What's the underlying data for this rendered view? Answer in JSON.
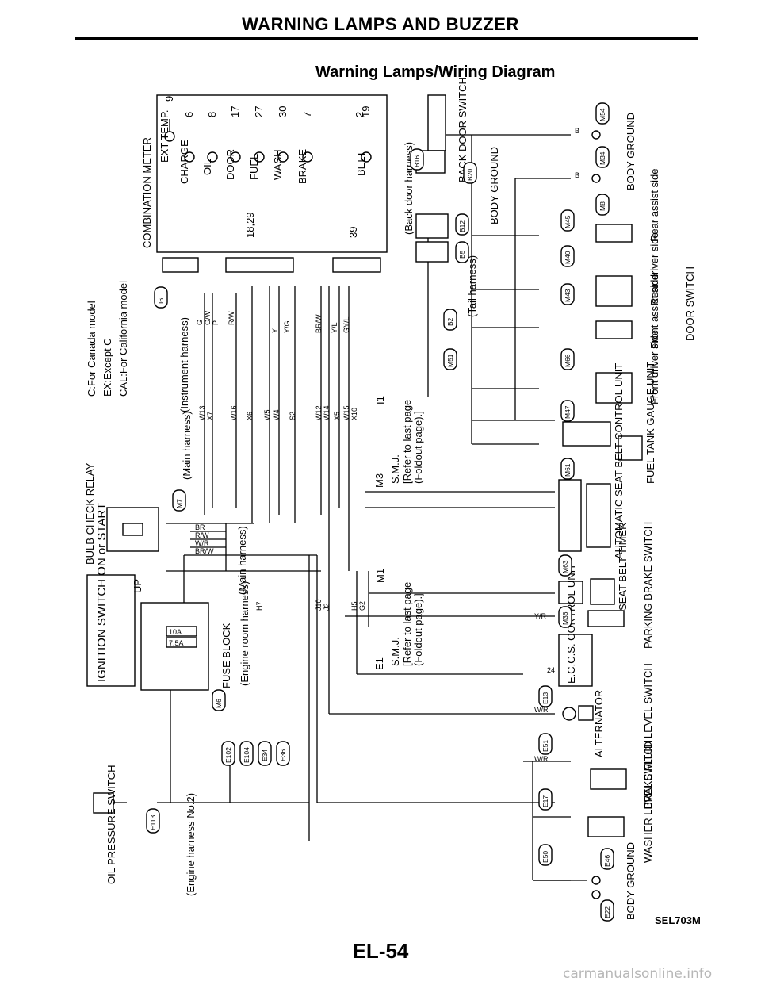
{
  "header": {
    "title": "WARNING LAMPS AND BUZZER",
    "subtitle": "Warning Lamps/Wiring Diagram"
  },
  "legend": [
    {
      "code": "C",
      "text": ":For Canada model"
    },
    {
      "code": "EX",
      "text": ":Except C"
    },
    {
      "code": "CAL",
      "text": ":For California model"
    }
  ],
  "meter": {
    "title": "COMBINATION METER",
    "lamps": [
      {
        "label": "EXT TEMP.",
        "pin": "9"
      },
      {
        "label": "CHARGE",
        "pin": "6"
      },
      {
        "label": "OIL",
        "pin": "8"
      },
      {
        "label": "DOOR",
        "pin": "17"
      },
      {
        "label": "FUEL",
        "pin": "27"
      },
      {
        "label": "WASH",
        "pin": "30"
      },
      {
        "label": "BRAKE",
        "pin": "7"
      },
      {
        "label": "BELT",
        "pin": "19"
      }
    ],
    "common_pins": [
      "18,29",
      "39"
    ],
    "extra_pin": "2"
  },
  "components": {
    "bulb_check_relay": "BULB CHECK RELAY",
    "ignition_switch": "IGNITION SWITCH ON or START",
    "fuse_block": "FUSE BLOCK",
    "fuse_10a": "10A",
    "fuse_75a": "7.5A",
    "up": "UP",
    "oil_pressure_switch": "OIL PRESSURE SWITCH",
    "back_door_switch": "BACK DOOR SWITCH",
    "body_ground": "BODY GROUND",
    "door_switch": "DOOR SWITCH",
    "door_sides": [
      "Rear assist side",
      "Rear driver side",
      "Front assist side",
      "Front driver side"
    ],
    "fuel_tank_gauge_unit": "FUEL TANK GAUGE UNIT",
    "auto_seat_belt_unit": "AUTOMATIC SEAT BELT CONTROL UNIT",
    "seat_belt_timer": "SEAT BELT TIMER",
    "parking_brake_switch": "PARKING BRAKE SWITCH",
    "eccs_unit": "E.C.C.S. CONTROL UNIT",
    "alternator": "ALTERNATOR",
    "brake_fluid_level_switch": "BRAKE FLUID LEVEL SWITCH",
    "washer_level_switch": "WASHER LEVEL SWITCH"
  },
  "harness_labels": {
    "main": "(Main harness)",
    "instrument": "(Instrument harness)",
    "engine_room": "(Engine room harness)",
    "engine_no2": "(Engine harness No.2)",
    "back_door": "(Back door harness)",
    "tail": "(Tail harness)"
  },
  "smj_notes": [
    {
      "code": "M3",
      "text1": "S.M.J.",
      "text2": "[Refer to last page",
      "text3": "(Foldout page).]",
      "code2": "I1"
    },
    {
      "code": "M1",
      "text1": "S.M.J.",
      "text2": "[Refer to last page",
      "text3": "(Foldout page).]",
      "code2": "E1"
    }
  ],
  "connectors": [
    "M54",
    "M34",
    "M8",
    "B16",
    "B20",
    "B12",
    "B5",
    "B2",
    "M51",
    "M45",
    "M40",
    "M43",
    "M66",
    "M47",
    "M61",
    "M63",
    "M36",
    "E13",
    "E51",
    "E17",
    "E50",
    "E46",
    "E22",
    "M7",
    "M6",
    "E102",
    "E104",
    "E34",
    "E36",
    "E113",
    "I6"
  ],
  "wire_colors": [
    "B",
    "G",
    "G/W",
    "P",
    "R/W",
    "Y",
    "Y/G",
    "B",
    "Y/R",
    "W/R",
    "BR/W",
    "Y/L",
    "GY/L",
    "W/R",
    "BR",
    "R/W",
    "W/R",
    "BR/W"
  ],
  "terminals": [
    "W13",
    "X7",
    "W16",
    "X6",
    "W5",
    "W4",
    "S2",
    "W12",
    "W14",
    "X5",
    "W15",
    "X10",
    "J10",
    "J2",
    "H7",
    "H5",
    "G2",
    "24"
  ],
  "footer": {
    "ref_code": "SEL703M",
    "page_number": "EL-54",
    "watermark": "carmanualsonline.info"
  }
}
